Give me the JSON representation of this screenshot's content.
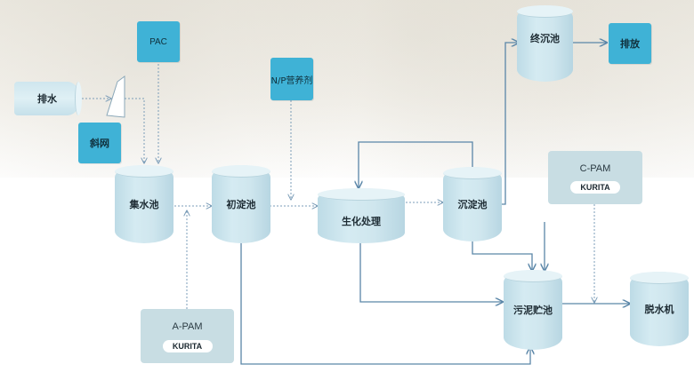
{
  "diagram": {
    "nodes": {
      "drain": "排水",
      "screen": "斜网",
      "pac": "PAC",
      "collection_tank": "集水池",
      "primary_settling": "初淀池",
      "np_nutrient": "N/P营养剂",
      "bio_treatment": "生化处理",
      "settling_tank": "沉淀池",
      "final_settling": "终沉池",
      "discharge": "排放",
      "sludge_tank": "污泥贮池",
      "dewatering": "脱水机"
    },
    "pam_anionic": {
      "label": "A-PAM",
      "brand": "KURITA"
    },
    "pam_cationic": {
      "label": "C-PAM",
      "brand": "KURITA"
    }
  },
  "colors": {
    "chemical_box": "#3fb2d6",
    "tank": "#d5ebf2",
    "pam_panel": "#c8dde3",
    "flow_line": "#5a86a8"
  }
}
